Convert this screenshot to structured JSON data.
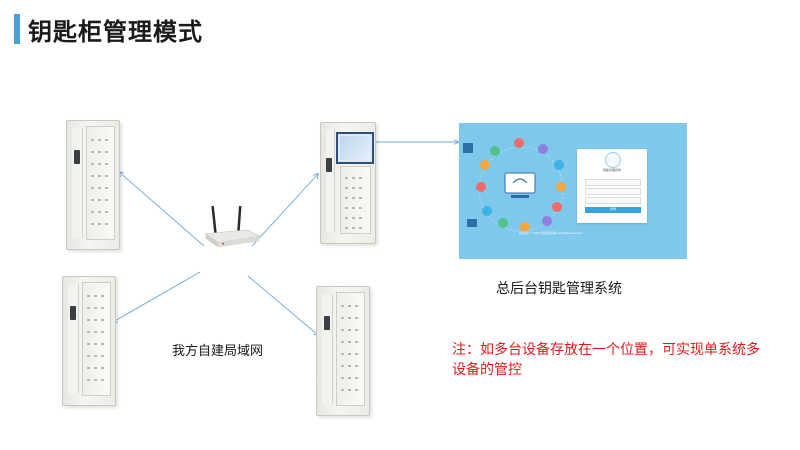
{
  "title": "钥匙柜管理模式",
  "labels": {
    "lan": "我方自建局域网",
    "backend": "总后台钥匙管理系统"
  },
  "note": "注：如多台设备存放在一个位置，可实现单系统多设备的管控",
  "login_screen": {
    "title": "钥匙管理系统",
    "button": "登录",
    "footer": "版权所有 © 2018 钥匙管理系统 All Rights Reserved"
  },
  "colors": {
    "accent": "#4a9fd8",
    "note": "#e11b1b",
    "link_line": "#6aa8e0",
    "panel_bg": "#7ec8ec"
  },
  "icons": [
    "router-icon",
    "key-cabinet-icon",
    "touch-screen-icon",
    "user-avatar-icon"
  ]
}
